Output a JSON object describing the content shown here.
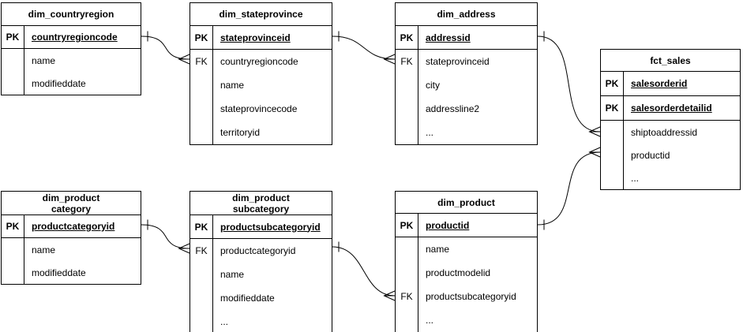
{
  "diagram_type": "entity-relationship",
  "colors": {
    "line": "#000000",
    "background": "#ffffff",
    "text": "#000000"
  },
  "tables": [
    {
      "title": "dim_countryregion",
      "pk_rows": [
        {
          "key": "PK",
          "label": "countryregioncode"
        }
      ],
      "body_rows": [
        {
          "key": "",
          "label": "name"
        },
        {
          "key": "",
          "label": "modifieddate"
        }
      ]
    },
    {
      "title": "dim_stateprovince",
      "pk_rows": [
        {
          "key": "PK",
          "label": "stateprovinceid"
        }
      ],
      "body_rows": [
        {
          "key": "FK",
          "label": "countryregioncode"
        },
        {
          "key": "",
          "label": "name"
        },
        {
          "key": "",
          "label": "stateprovincecode"
        },
        {
          "key": "",
          "label": "territoryid"
        }
      ]
    },
    {
      "title": "dim_address",
      "pk_rows": [
        {
          "key": "PK",
          "label": "addressid"
        }
      ],
      "body_rows": [
        {
          "key": "FK",
          "label": "stateprovinceid"
        },
        {
          "key": "",
          "label": "city"
        },
        {
          "key": "",
          "label": "addressline2"
        },
        {
          "key": "",
          "label": "..."
        }
      ]
    },
    {
      "title": "fct_sales",
      "pk_rows": [
        {
          "key": "PK",
          "label": "salesorderid"
        },
        {
          "key": "PK",
          "label": "salesorderdetailid"
        }
      ],
      "body_rows": [
        {
          "key": "",
          "label": "shiptoaddressid"
        },
        {
          "key": "",
          "label": "productid"
        },
        {
          "key": "",
          "label": "..."
        }
      ]
    },
    {
      "title": "dim_product\ncategory",
      "pk_rows": [
        {
          "key": "PK",
          "label": "productcategoryid"
        }
      ],
      "body_rows": [
        {
          "key": "",
          "label": "name"
        },
        {
          "key": "",
          "label": "modifieddate"
        }
      ]
    },
    {
      "title": "dim_product\nsubcategory",
      "pk_rows": [
        {
          "key": "PK",
          "label": "productsubcategoryid"
        }
      ],
      "body_rows": [
        {
          "key": "FK",
          "label": "productcategoryid"
        },
        {
          "key": "",
          "label": "name"
        },
        {
          "key": "",
          "label": "modifieddate"
        },
        {
          "key": "",
          "label": "..."
        }
      ]
    },
    {
      "title": "dim_product",
      "pk_rows": [
        {
          "key": "PK",
          "label": "productid"
        }
      ],
      "body_rows": [
        {
          "key": "",
          "label": "name"
        },
        {
          "key": "",
          "label": "productmodelid"
        },
        {
          "key": "FK",
          "label": "productsubcategoryid"
        },
        {
          "key": "",
          "label": "..."
        }
      ]
    }
  ],
  "relationships": [
    {
      "from": "dim_countryregion.countryregioncode",
      "to": "dim_stateprovince.countryregioncode",
      "cardinality": "one-to-many"
    },
    {
      "from": "dim_stateprovince.stateprovinceid",
      "to": "dim_address.stateprovinceid",
      "cardinality": "one-to-many"
    },
    {
      "from": "dim_address.addressid",
      "to": "fct_sales.shiptoaddressid",
      "cardinality": "one-to-many"
    },
    {
      "from": "dim_product.productid",
      "to": "fct_sales.productid",
      "cardinality": "one-to-many"
    },
    {
      "from": "dim_product category.productcategoryid",
      "to": "dim_product subcategory.productcategoryid",
      "cardinality": "one-to-many"
    },
    {
      "from": "dim_product subcategory.productsubcategoryid",
      "to": "dim_product.productsubcategoryid",
      "cardinality": "one-to-many"
    }
  ]
}
